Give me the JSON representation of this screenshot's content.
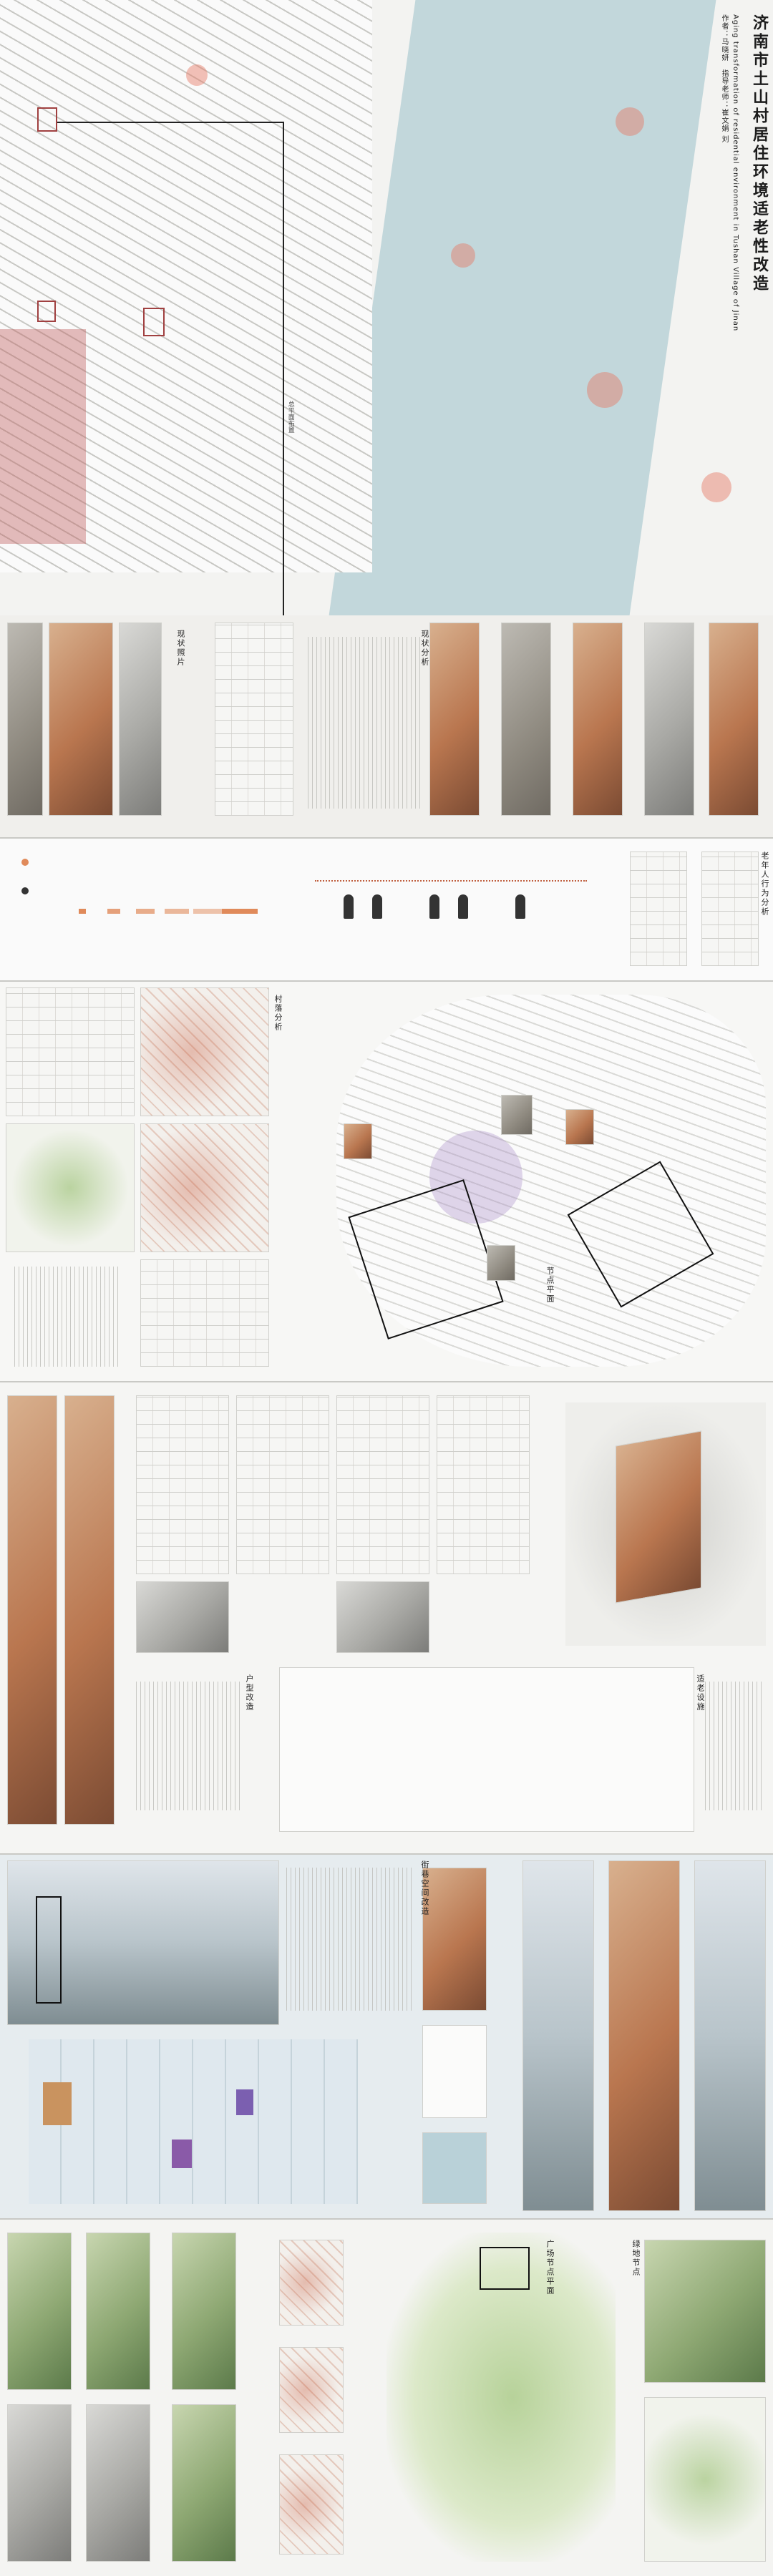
{
  "header": {
    "title": "济南市土山村居住环境适老性改造",
    "subtitle": "Aging transformation of residential environment in Tushan Village of Jinan",
    "authors": "作者：马晓妍　指导老师：崔文娟 刘"
  },
  "labels": {
    "site_plan": "总平面布置",
    "status_photos": "现状照片",
    "status_analysis": "现状分析",
    "elder_behavior": "老年人行为分析",
    "village_analysis": "村落分析",
    "node_plan": "节点平面",
    "unit_plan": "户型改造",
    "facility": "适老设施",
    "street_space": "街巷空间改造",
    "square_plan": "广场节点平面",
    "green_space": "绿地节点"
  },
  "colors": {
    "water": "#b9d2d6",
    "accent": "#e08a5a",
    "roof_red": "#b9573b",
    "ink": "#1c1c1c"
  }
}
